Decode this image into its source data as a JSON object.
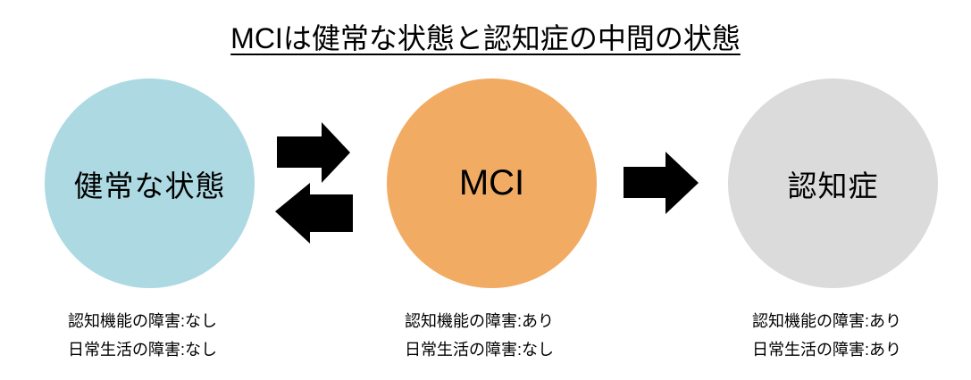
{
  "title": "MCIは健常な状態と認知症の中間の状態",
  "arrow_color": "#000000",
  "text_color": "#000000",
  "background_color": "#ffffff",
  "stages": [
    {
      "id": "healthy",
      "label": "健常な状態",
      "circle_color": "#ADD9E2",
      "captions": [
        "認知機能の障害:なし",
        "日常生活の障害:なし"
      ]
    },
    {
      "id": "mci",
      "label": "MCI",
      "circle_color": "#F2AB63",
      "captions": [
        "認知機能の障害:あり",
        "日常生活の障害:なし"
      ]
    },
    {
      "id": "dementia",
      "label": "認知症",
      "circle_color": "#DBDBDB",
      "captions": [
        "認知機能の障害:あり",
        "日常生活の障害:あり"
      ]
    }
  ]
}
